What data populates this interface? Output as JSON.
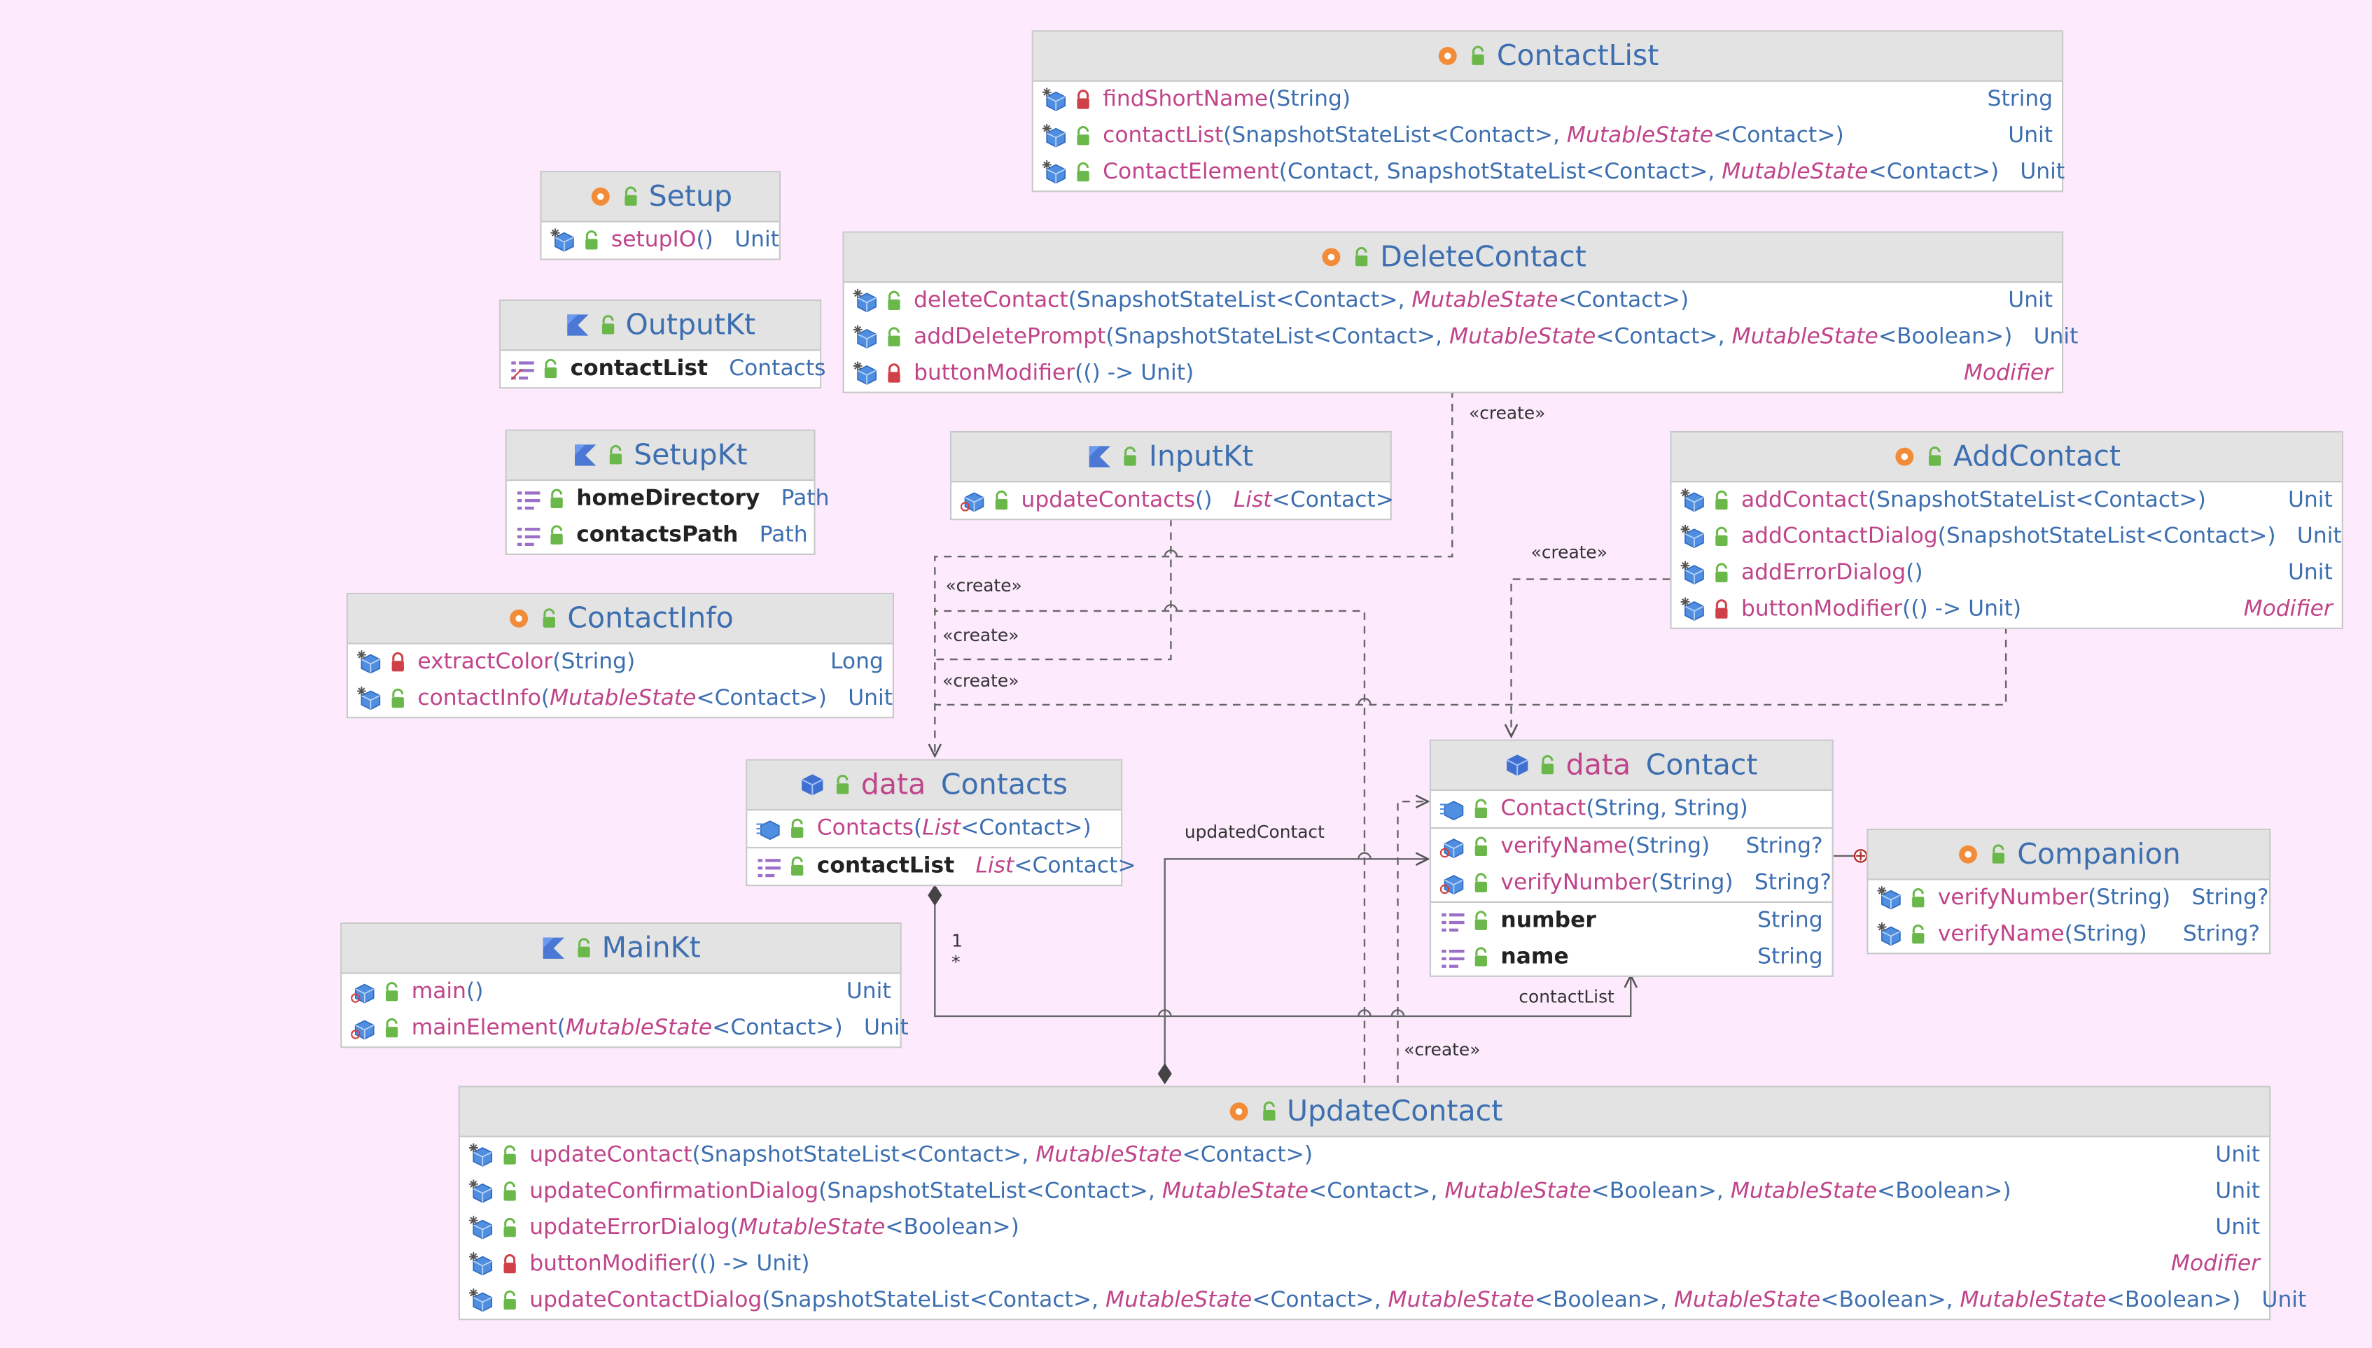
{
  "colors": {
    "background": "#fdeafd",
    "header": "#e3e3e3",
    "name": "#c0448a",
    "type": "#3d6fb0",
    "class_icon": "#f28c38",
    "kotlin_icon": "#4a78d4"
  },
  "nodes": [
    {
      "id": "contactlist",
      "kind": "class",
      "title": "ContactList",
      "rows": [
        {
          "icon": "method-static",
          "lock": "private",
          "name": "findShortName",
          "params": "(String)",
          "ret": "String"
        },
        {
          "icon": "method-static",
          "lock": "public",
          "name": "contactList",
          "params": "(SnapshotStateList<Contact>, MutableState<Contact>)",
          "ret": "Unit"
        },
        {
          "icon": "method-static",
          "lock": "public",
          "name": "ContactElement",
          "params": "(Contact, SnapshotStateList<Contact>, MutableState<Contact>)",
          "ret": "Unit"
        }
      ]
    },
    {
      "id": "setup",
      "kind": "class",
      "title": "Setup",
      "rows": [
        {
          "icon": "method-static",
          "lock": "public",
          "name": "setupIO",
          "params": "()",
          "ret": "Unit"
        }
      ]
    },
    {
      "id": "deletecontact",
      "kind": "class",
      "title": "DeleteContact",
      "rows": [
        {
          "icon": "method-static",
          "lock": "public",
          "name": "deleteContact",
          "params": "(SnapshotStateList<Contact>, MutableState<Contact>)",
          "ret": "Unit"
        },
        {
          "icon": "method-static",
          "lock": "public",
          "name": "addDeletePrompt",
          "params": "(SnapshotStateList<Contact>, MutableState<Contact>, MutableState<Boolean>)",
          "ret": "Unit"
        },
        {
          "icon": "method-static",
          "lock": "private",
          "name": "buttonModifier",
          "params": "(() -> Unit)",
          "ret": "Modifier"
        }
      ]
    },
    {
      "id": "outputkt",
      "kind": "kotlin",
      "title": "OutputKt",
      "rows": [
        {
          "icon": "field-static",
          "lock": "public",
          "name": "contactList",
          "params": "",
          "ret": "Contacts",
          "bold": true
        }
      ]
    },
    {
      "id": "setupkt",
      "kind": "kotlin",
      "title": "SetupKt",
      "rows": [
        {
          "icon": "field",
          "lock": "public",
          "name": "homeDirectory",
          "params": "",
          "ret": "Path",
          "bold": true
        },
        {
          "icon": "field",
          "lock": "public",
          "name": "contactsPath",
          "params": "",
          "ret": "Path",
          "bold": true
        }
      ]
    },
    {
      "id": "inputkt",
      "kind": "kotlin",
      "title": "InputKt",
      "rows": [
        {
          "icon": "method-main",
          "lock": "public",
          "name": "updateContacts",
          "params": "()",
          "ret": "List<Contact>"
        }
      ]
    },
    {
      "id": "addcontact",
      "kind": "class",
      "title": "AddContact",
      "rows": [
        {
          "icon": "method-static",
          "lock": "public",
          "name": "addContact",
          "params": "(SnapshotStateList<Contact>)",
          "ret": "Unit"
        },
        {
          "icon": "method-static",
          "lock": "public",
          "name": "addContactDialog",
          "params": "(SnapshotStateList<Contact>)",
          "ret": "Unit"
        },
        {
          "icon": "method-static",
          "lock": "public",
          "name": "addErrorDialog",
          "params": "()",
          "ret": "Unit"
        },
        {
          "icon": "method-static",
          "lock": "private",
          "name": "buttonModifier",
          "params": "(() -> Unit)",
          "ret": "Modifier"
        }
      ]
    },
    {
      "id": "contactinfo",
      "kind": "class",
      "title": "ContactInfo",
      "rows": [
        {
          "icon": "method-static",
          "lock": "private",
          "name": "extractColor",
          "params": "(String)",
          "ret": "Long"
        },
        {
          "icon": "method-static",
          "lock": "public",
          "name": "contactInfo",
          "params": "(MutableState<Contact>)",
          "ret": "Unit"
        }
      ]
    },
    {
      "id": "contacts",
      "kind": "data",
      "kw": "data",
      "title": "Contacts",
      "rows": [
        {
          "icon": "constructor",
          "lock": "public",
          "name": "Contacts",
          "params": "(List<Contact>)",
          "ret": ""
        },
        {
          "icon": "field",
          "lock": "public",
          "name": "contactList",
          "params": "",
          "ret": "List<Contact>",
          "bold": true,
          "sep": true
        }
      ]
    },
    {
      "id": "contact",
      "kind": "data",
      "kw": "data",
      "title": "Contact",
      "rows": [
        {
          "icon": "constructor",
          "lock": "public",
          "name": "Contact",
          "params": "(String, String)",
          "ret": ""
        },
        {
          "icon": "method-main",
          "lock": "public",
          "name": "verifyName",
          "params": "(String)",
          "ret": "String?",
          "sep": true
        },
        {
          "icon": "method-main",
          "lock": "public",
          "name": "verifyNumber",
          "params": "(String)",
          "ret": "String?"
        },
        {
          "icon": "field",
          "lock": "public",
          "name": "number",
          "params": "",
          "ret": "String",
          "bold": true,
          "sep": true
        },
        {
          "icon": "field",
          "lock": "public",
          "name": "name",
          "params": "",
          "ret": "String",
          "bold": true
        }
      ]
    },
    {
      "id": "companion",
      "kind": "class",
      "title": "Companion",
      "rows": [
        {
          "icon": "method-static",
          "lock": "public",
          "name": "verifyNumber",
          "params": "(String)",
          "ret": "String?"
        },
        {
          "icon": "method-static",
          "lock": "public",
          "name": "verifyName",
          "params": "(String)",
          "ret": "String?"
        }
      ]
    },
    {
      "id": "mainkt",
      "kind": "kotlin",
      "title": "MainKt",
      "rows": [
        {
          "icon": "method-main",
          "lock": "public",
          "name": "main",
          "params": "()",
          "ret": "Unit"
        },
        {
          "icon": "method-main",
          "lock": "public",
          "name": "mainElement",
          "params": "(MutableState<Contact>)",
          "ret": "Unit"
        }
      ]
    },
    {
      "id": "updatecontact",
      "kind": "class",
      "title": "UpdateContact",
      "rows": [
        {
          "icon": "method-static",
          "lock": "public",
          "name": "updateContact",
          "params": "(SnapshotStateList<Contact>, MutableState<Contact>)",
          "ret": "Unit"
        },
        {
          "icon": "method-static",
          "lock": "public",
          "name": "updateConfirmationDialog",
          "params": "(SnapshotStateList<Contact>, MutableState<Contact>, MutableState<Boolean>, MutableState<Boolean>)",
          "ret": "Unit"
        },
        {
          "icon": "method-static",
          "lock": "public",
          "name": "updateErrorDialog",
          "params": "(MutableState<Boolean>)",
          "ret": "Unit"
        },
        {
          "icon": "method-static",
          "lock": "private",
          "name": "buttonModifier",
          "params": "(() -> Unit)",
          "ret": "Modifier"
        },
        {
          "icon": "method-static",
          "lock": "public",
          "name": "updateContactDialog",
          "params": "(SnapshotStateList<Contact>, MutableState<Contact>, MutableState<Boolean>, MutableState<Boolean>, MutableState<Boolean>)",
          "ret": "Unit"
        }
      ]
    }
  ],
  "edge_labels": {
    "create": "«create»",
    "updated_contact": "updatedContact",
    "contact_list": "contactList",
    "one": "1",
    "many": "*"
  }
}
